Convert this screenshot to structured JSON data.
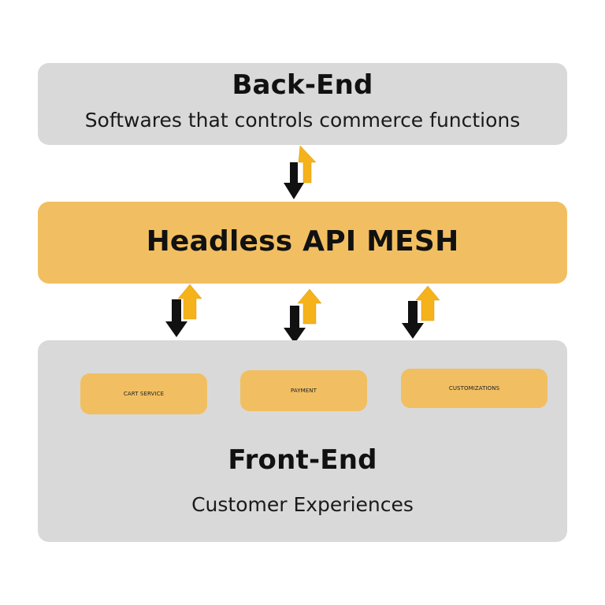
{
  "backend": {
    "title": "Back-End",
    "subtitle": "Softwares that controls commerce functions"
  },
  "mesh": {
    "title": "Headless API MESH"
  },
  "frontend": {
    "title": "Front-End",
    "subtitle": "Customer Experiences",
    "services": [
      {
        "label": "CART SERVICE"
      },
      {
        "label": "PAYMENT"
      },
      {
        "label": "CUSTOMIZATIONS"
      }
    ]
  },
  "colors": {
    "panel_gray": "#d9d9d9",
    "accent_yellow": "#f1bf62",
    "arrow_up": "#f5b21b",
    "arrow_down": "#111111"
  },
  "icons": [
    "arrow-down-icon",
    "arrow-up-icon"
  ]
}
